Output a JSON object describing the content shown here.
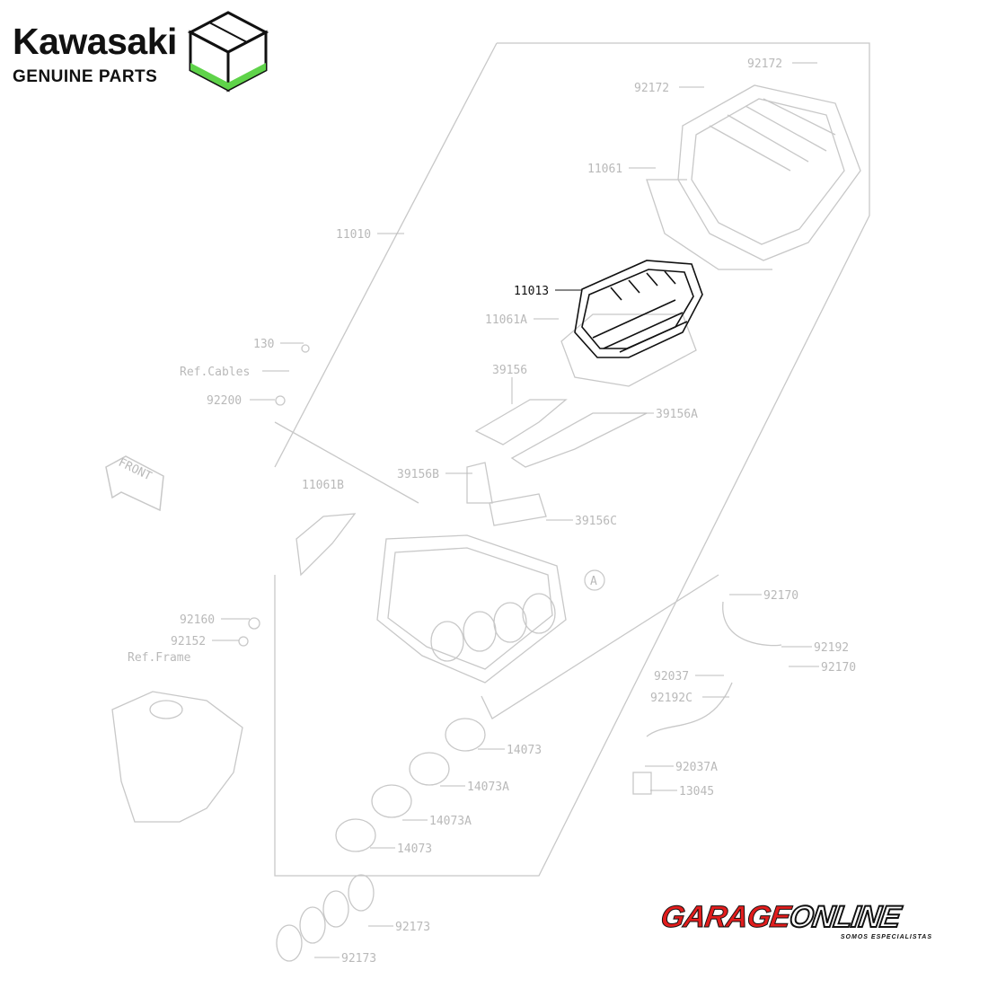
{
  "brand": {
    "name": "Kawasaki",
    "subtitle": "GENUINE PARTS",
    "box_colors": {
      "outline": "#111111",
      "green": "#5fd34a"
    }
  },
  "watermark": {
    "part1": "GARAGE",
    "part2": "ONLINE",
    "tagline": "SOMOS ESPECIALISTAS",
    "accent": "#e11d1d"
  },
  "front_arrow": "FRONT",
  "circle_ref": "A",
  "highlighted_part": "11013",
  "labels": {
    "p92172a": "92172",
    "p92172b": "92172",
    "p11061": "11061",
    "p11010": "11010",
    "p11013": "11013",
    "p11061A": "11061A",
    "p130": "130",
    "refCables": "Ref.Cables",
    "p92200": "92200",
    "p39156": "39156",
    "p39156A": "39156A",
    "p39156B": "39156B",
    "p11061B": "11061B",
    "p39156C": "39156C",
    "p92170a": "92170",
    "p92160": "92160",
    "p92152": "92152",
    "refFrame": "Ref.Frame",
    "p92192": "92192",
    "p92170b": "92170",
    "p92037": "92037",
    "p92192C": "92192C",
    "p14073": "14073",
    "p92037A": "92037A",
    "p14073Aa": "14073A",
    "p13045": "13045",
    "p14073Ab": "14073A",
    "p14073b": "14073",
    "p92173a": "92173",
    "p92173b": "92173"
  }
}
